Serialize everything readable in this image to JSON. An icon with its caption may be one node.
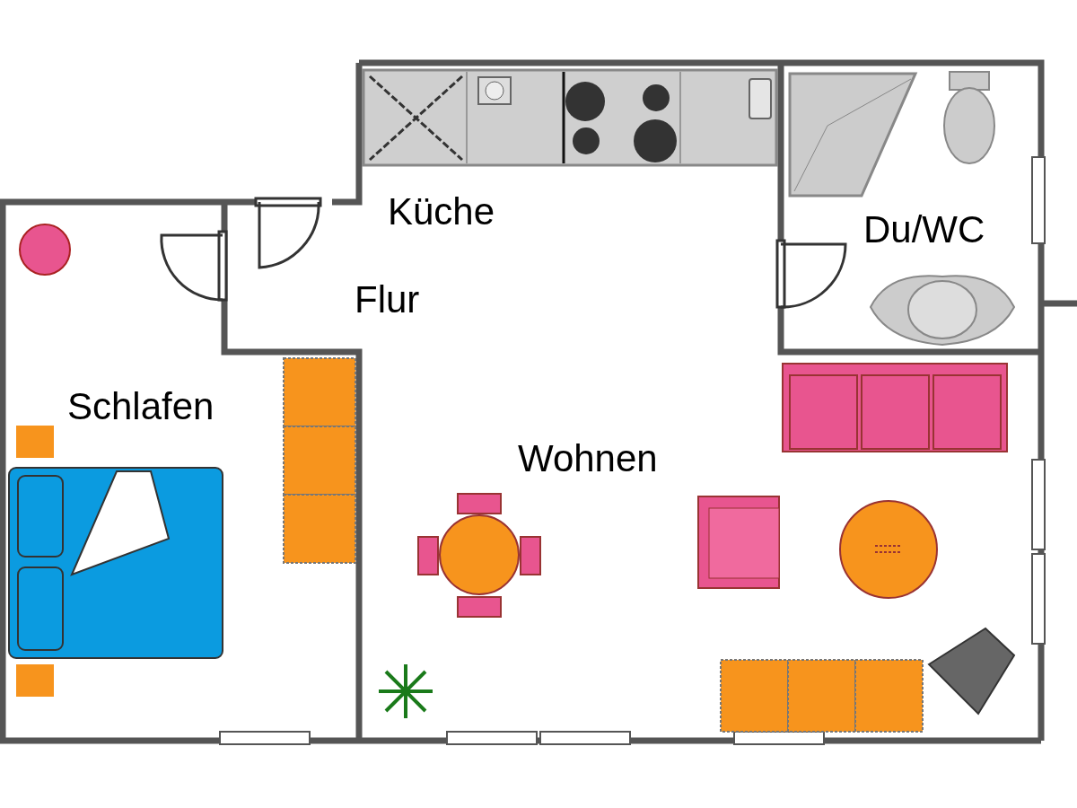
{
  "diagram": {
    "labels": [
      "Küche",
      "Du/WC",
      "Flur",
      "Schlafen",
      "Wohnen"
    ]
  }
}
